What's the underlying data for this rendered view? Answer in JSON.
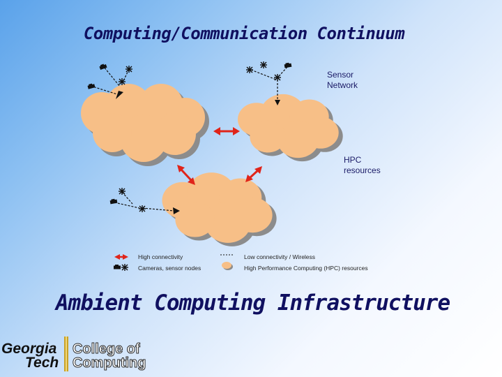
{
  "slide": {
    "title": "Computing/Communication Continuum",
    "subtitle": "Ambient Computing Infrastructure"
  },
  "diagram": {
    "labels": {
      "sensor_network": [
        "Sensor",
        "Network"
      ],
      "hpc_resources": [
        "HPC",
        "resources"
      ]
    },
    "legend": {
      "high_connectivity": "High connectivity",
      "low_connectivity": "Low connectivity / Wireless",
      "sensor_nodes": "Cameras, sensor nodes",
      "hpc": "High Performance Computing (HPC) resources"
    },
    "colors": {
      "cloud_fill": "#f7bf87",
      "cloud_shadow": "#8c8c8c",
      "arrow": "#e0241a",
      "wireless_link": "#111111"
    }
  },
  "logo": {
    "georgia": "Georgia",
    "tech": "Tech",
    "college_line1": "College of",
    "college_line2": "Computing"
  }
}
